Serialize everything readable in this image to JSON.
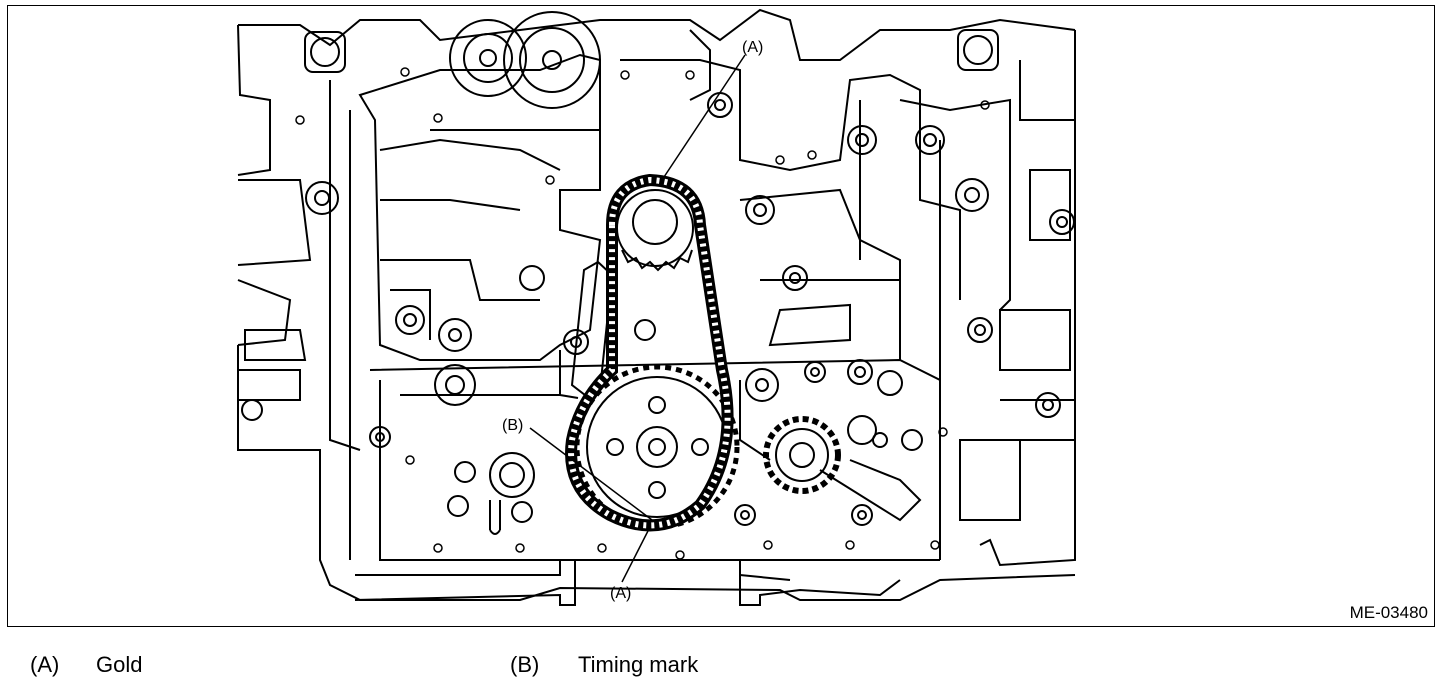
{
  "figure": {
    "id": "ME-03480",
    "callouts": [
      {
        "id": "a_top",
        "label": "(A)"
      },
      {
        "id": "b",
        "label": "(B)"
      },
      {
        "id": "a_bottom",
        "label": "(A)"
      }
    ]
  },
  "legend": [
    {
      "key": "(A)",
      "text": "Gold"
    },
    {
      "key": "(B)",
      "text": "Timing mark"
    }
  ]
}
